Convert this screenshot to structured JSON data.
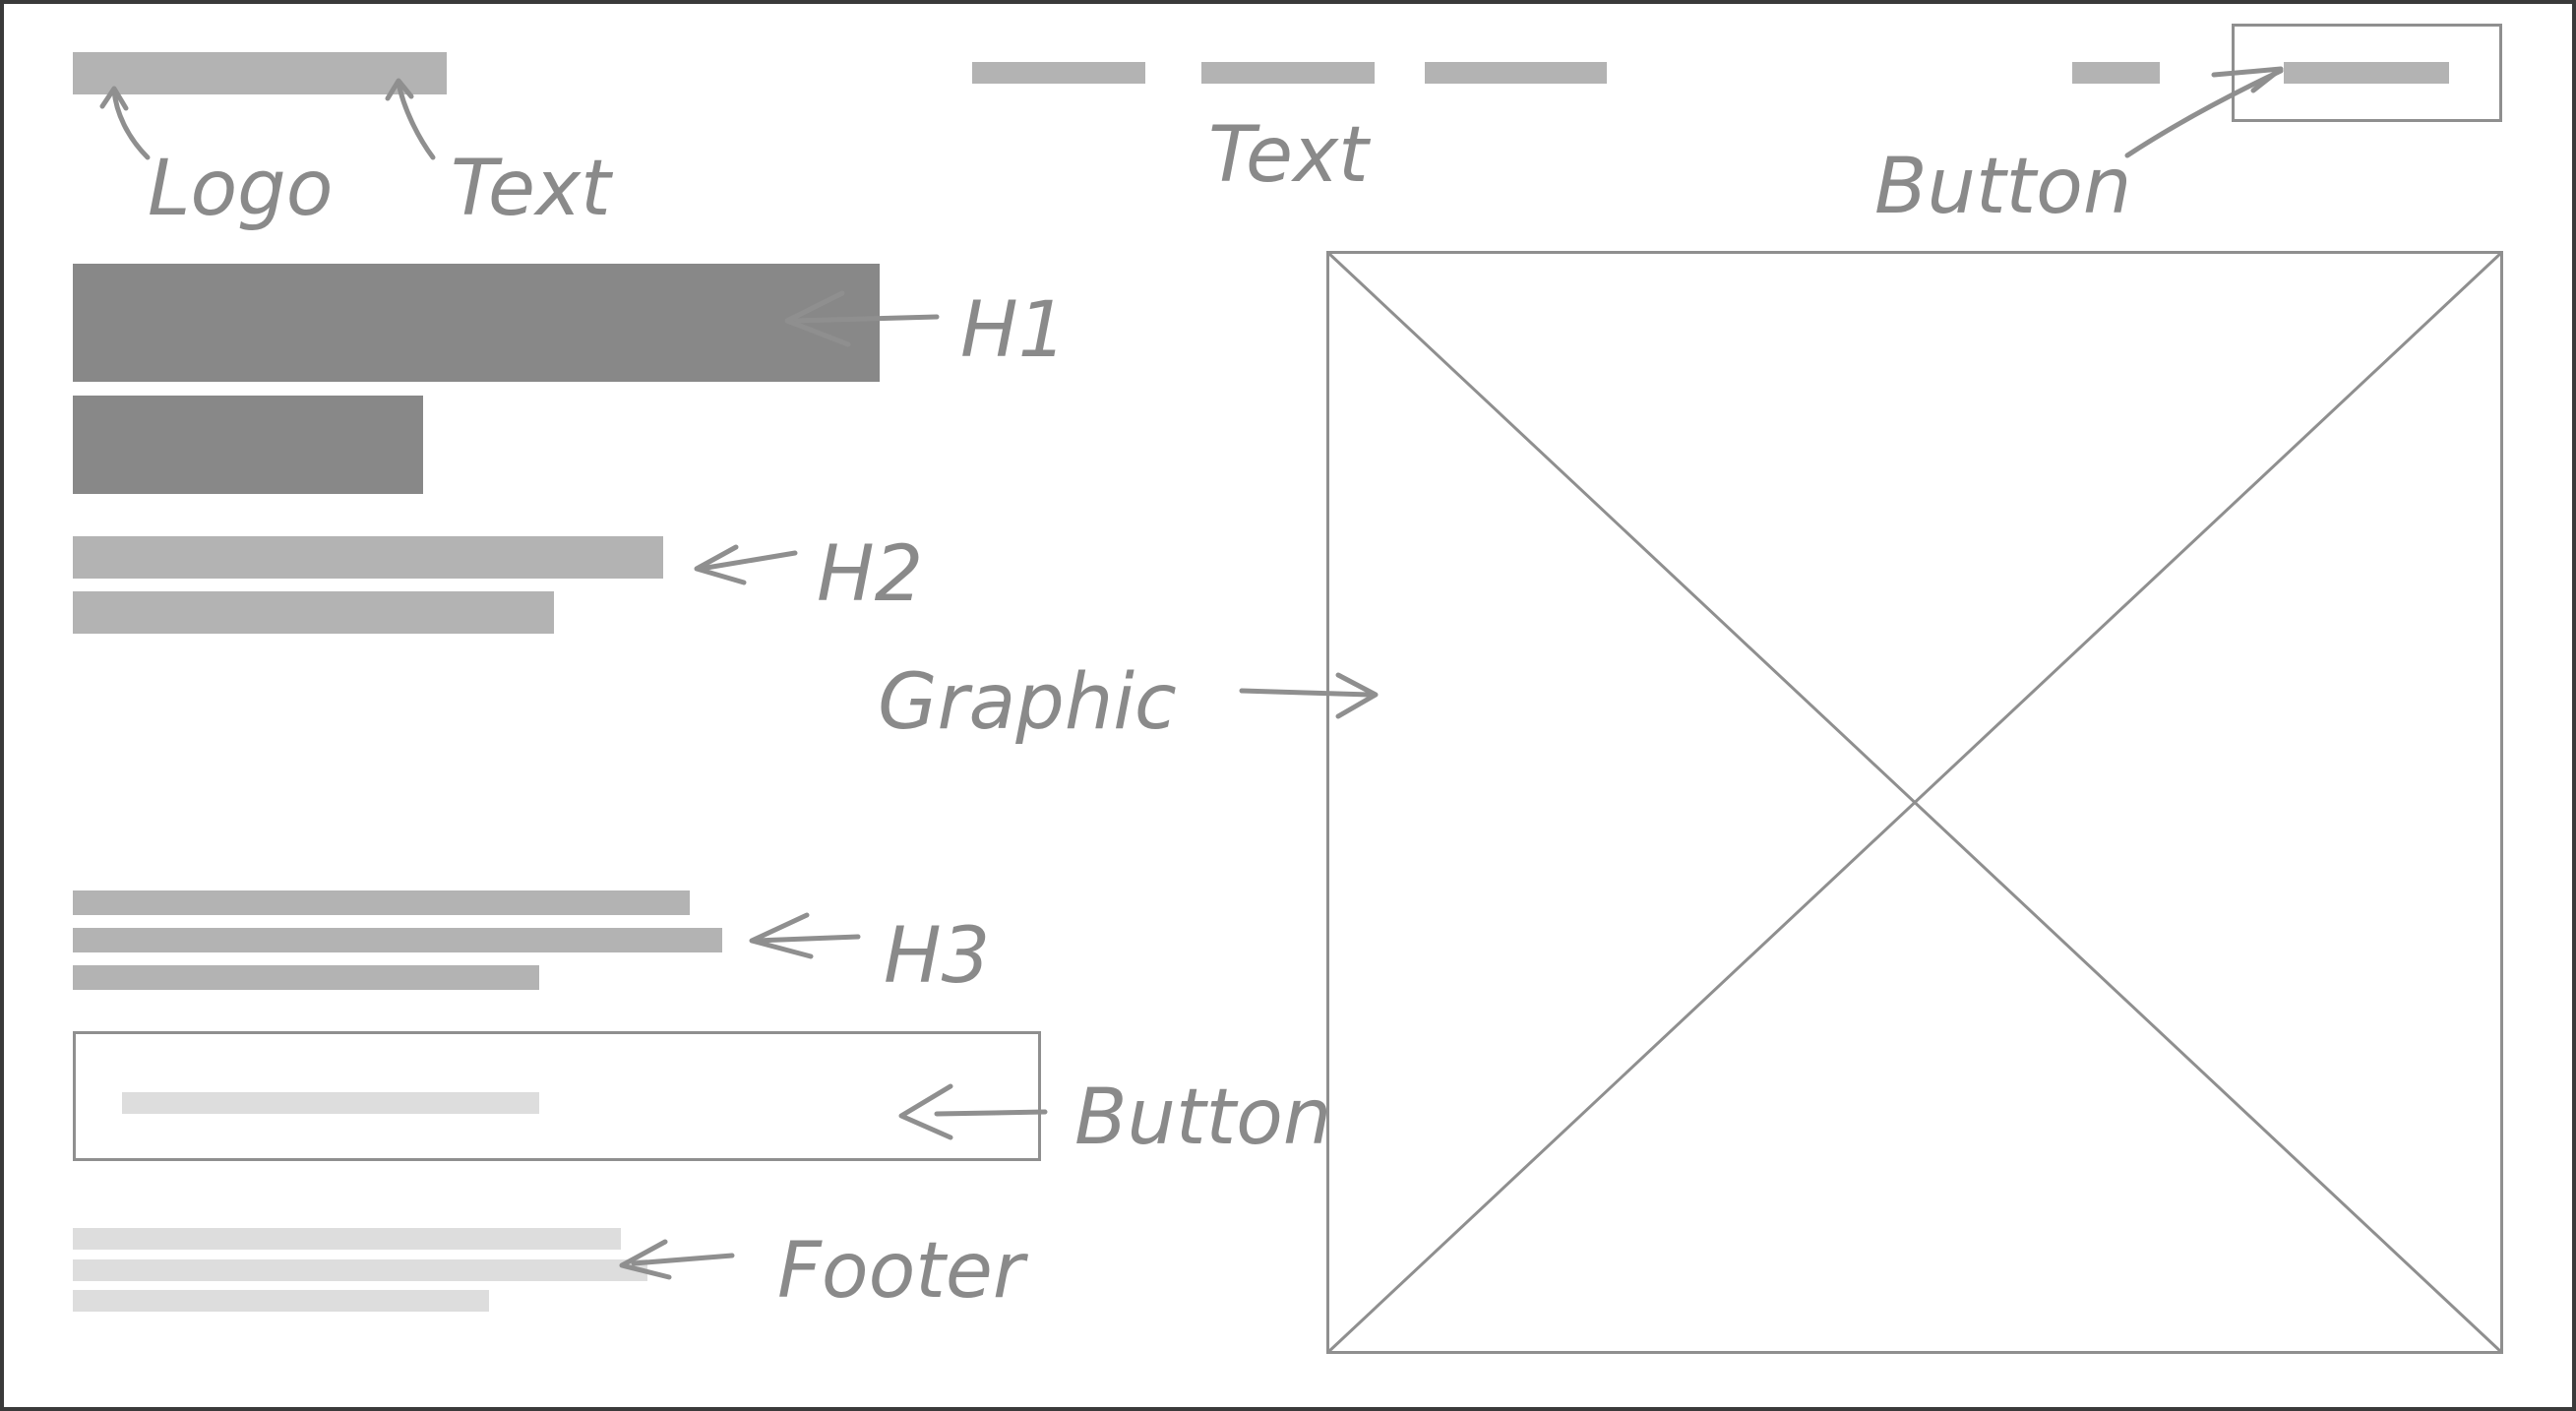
{
  "annotations": {
    "logo": "Logo",
    "nav_text_left": "Text",
    "nav_text_center": "Text",
    "header_button": "Button",
    "h1": "H1",
    "h2": "H2",
    "graphic": "Graphic",
    "h3": "H3",
    "cta_button": "Button",
    "footer": "Footer"
  },
  "colors": {
    "outline": "#3a3a3a",
    "dark_block": "#888888",
    "mid_block": "#b3b3b3",
    "light_block": "#dddddd",
    "sketch": "#8f8f8f"
  }
}
